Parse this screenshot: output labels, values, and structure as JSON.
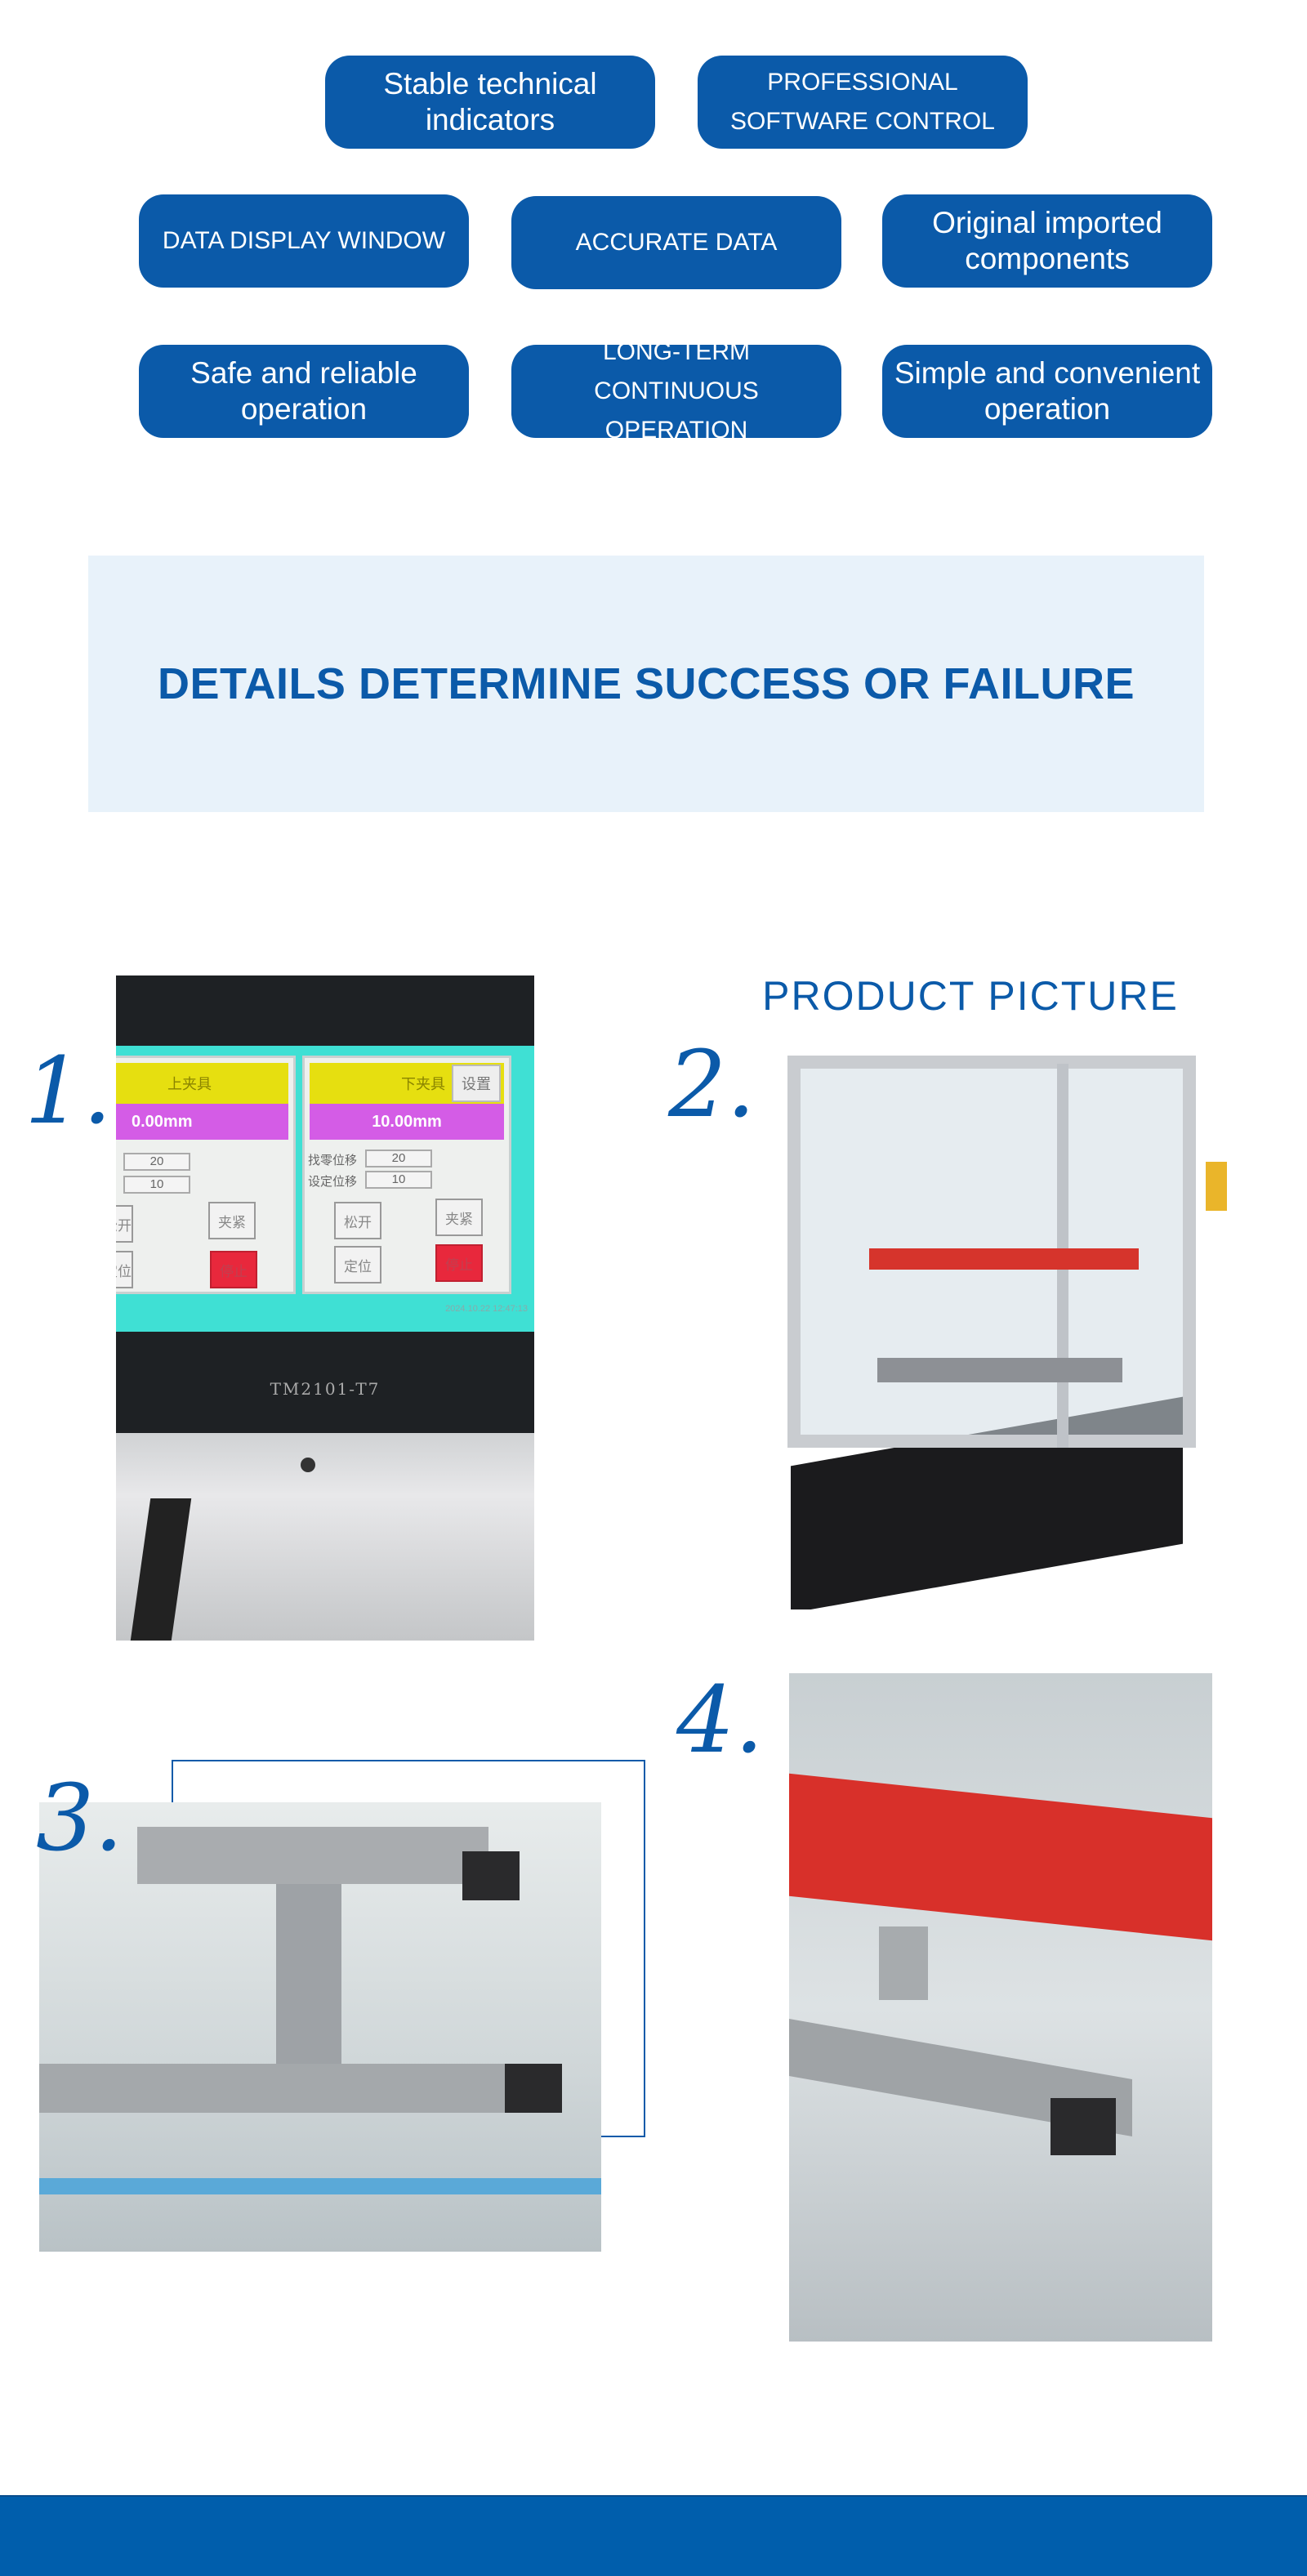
{
  "features": [
    {
      "label": "Stable technical indicators",
      "caps": false
    },
    {
      "label": "PROFESSIONAL SOFTWARE CONTROL",
      "caps": true
    },
    {
      "label": "DATA DISPLAY WINDOW",
      "caps": true
    },
    {
      "label": "ACCURATE DATA",
      "caps": true
    },
    {
      "label": "Original imported components",
      "caps": false
    },
    {
      "label": "Safe and reliable operation",
      "caps": false
    },
    {
      "label": "LONG-TERM CONTINUOUS OPERATION",
      "caps": true
    },
    {
      "label": "Simple and convenient operation",
      "caps": false
    }
  ],
  "banner": {
    "title": "DETAILS DETERMINE SUCCESS OR FAILURE"
  },
  "gallery": {
    "heading": "PRODUCT PICTURE",
    "numbers": [
      "1.",
      "2.",
      "3.",
      "4."
    ],
    "hmi": {
      "upper": {
        "title": "上夹具",
        "value": "0.00mm",
        "field1": "20",
        "field2": "10",
        "release": "松开",
        "clamp": "夹紧",
        "position": "定位",
        "stop": "停止"
      },
      "lower": {
        "title": "下夹具",
        "settings": "设置",
        "value": "10.00mm",
        "label1": "找零位移",
        "field1": "20",
        "label2": "设定位移",
        "field2": "10",
        "release": "松开",
        "clamp": "夹紧",
        "position": "定位",
        "stop": "停止"
      },
      "timestamp": "2024.10.22 12:47:13",
      "model": "TM2101-T7"
    }
  },
  "colors": {
    "brand": "#0b5aa9",
    "banner_bg": "#e8f2fa",
    "footer": "#005eac"
  }
}
